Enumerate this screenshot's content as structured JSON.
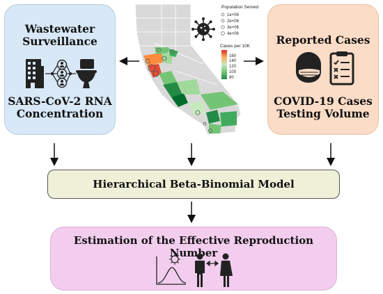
{
  "left_panel": {
    "title_line1": "Wastewater",
    "title_line2": "Surveillance",
    "subtitle_line1": "SARS-CoV-2 RNA",
    "subtitle_line2": "Concentration"
  },
  "right_panel": {
    "title": "Reported Cases",
    "subtitle_line1": "COVID-19 Cases",
    "subtitle_line2": "Testing Volume"
  },
  "map_legend": {
    "population_title": "Population Served",
    "population_items": [
      "1e+06",
      "2e+06",
      "3e+06",
      "4e+06"
    ],
    "cases_title": "Cases per 10K",
    "cases_ticks": [
      "160",
      "140",
      "120",
      "100",
      "80"
    ]
  },
  "model": {
    "label": "Hierarchical Beta-Binomial Model"
  },
  "estimation": {
    "label": "Estimation of the Effective Reproduction Number"
  },
  "colors": {
    "left_panel_bg": "#d8e8f6",
    "right_panel_bg": "#fbdcc7",
    "model_bg": "#eef0d8",
    "estimation_bg": "#f3cdee",
    "map_land": "#d9d9d9",
    "scale_high": "#d7301f",
    "scale_mid": "#74c476",
    "scale_low": "#238b45"
  }
}
